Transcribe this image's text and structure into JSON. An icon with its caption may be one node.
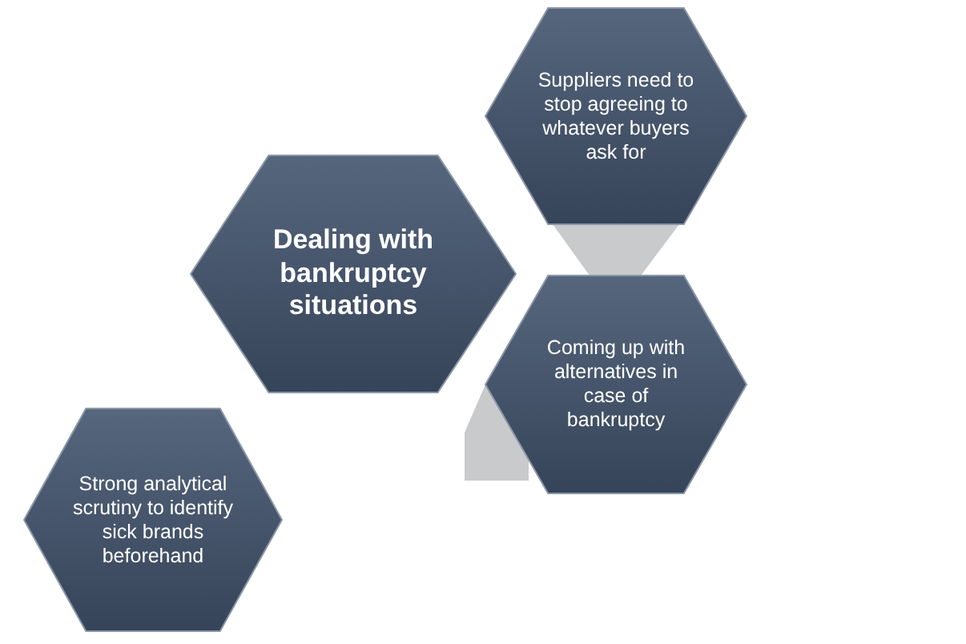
{
  "diagram": {
    "nodes": [
      {
        "text": [
          "Dealing with bankruptcy situations"
        ]
      },
      {
        "text": [
          "Suppliers need to stop agreeing to whatever buyers ask for"
        ]
      },
      {
        "text": [
          "Coming up with alternatives in case of bankruptcy"
        ]
      },
      {
        "text": [
          "Strong analytical scrutiny to identify sick brands beforehand"
        ]
      }
    ]
  }
}
